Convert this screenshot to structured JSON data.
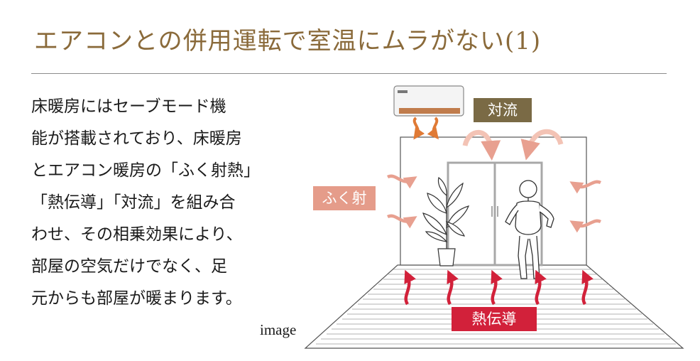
{
  "title": "エアコンとの併用運転で室温にムラがない(1)",
  "description_lines": [
    "床暖房にはセーブモード機",
    "能が搭載されており、床暖房",
    "とエアコン暖房の「ふく射熱」",
    "「熱伝導」「対流」を組み合",
    "わせ、その相乗効果により、",
    "部屋の空気だけでなく、足",
    "元からも部屋が暖まります。"
  ],
  "caption": "image",
  "labels": {
    "convection": "対流",
    "radiation": "ふく射",
    "conduction": "熱伝導"
  },
  "colors": {
    "title": "#8a6a3a",
    "convection_tag": "#7a6a45",
    "radiation_tag": "#e59c8a",
    "conduction_tag": "#d2213a",
    "warm_arrow": "#e8a090",
    "floor_arrow": "#d2213a",
    "ac_arrow": "#e07a35"
  },
  "icons": [
    "air-conditioner-icon",
    "plant-icon",
    "person-icon",
    "door-icon"
  ]
}
